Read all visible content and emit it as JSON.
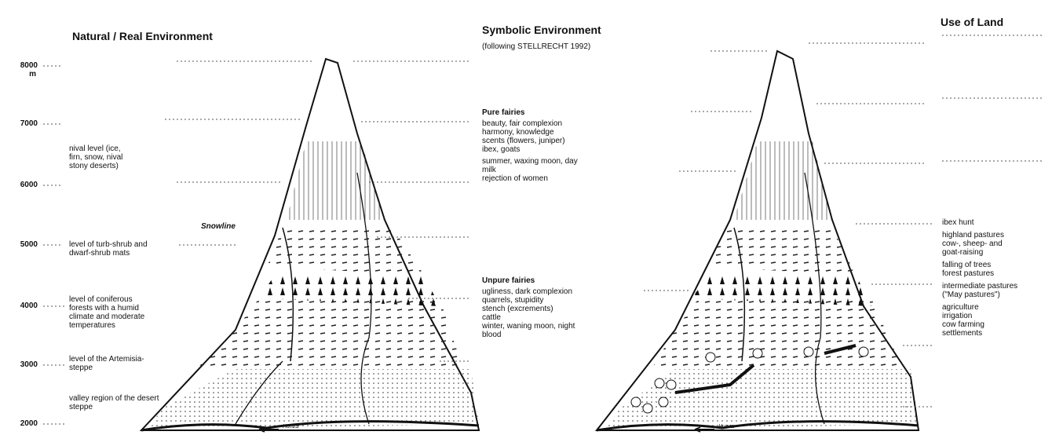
{
  "left": {
    "title": "Natural / Real Environment",
    "altitudes": [
      {
        "label": "8000",
        "unit": "m"
      },
      {
        "label": "7000"
      },
      {
        "label": "6000"
      },
      {
        "label": "5000"
      },
      {
        "label": "4000"
      },
      {
        "label": "3000"
      },
      {
        "label": "2000"
      }
    ],
    "zones": [
      "nival level (ice, firn, snow, nival stony deserts)",
      "level of turb-shrub and dwarf-shrub mats",
      "level of coniferous forests with a humid climate and moderate temperatures",
      "level of the Artemisia-steppe",
      "valley region of the desert steppe"
    ],
    "snowline": "Snowline",
    "river": "Hunza"
  },
  "middle": {
    "title": "Symbolic Environment",
    "subtitle": "(following STELLRECHT 1992)",
    "pure": {
      "heading": "Pure fairies",
      "lines": [
        "beauty, fair complexion",
        "harmony, knowledge",
        "scents (flowers, juniper)",
        "ibex, goats",
        "summer, waxing moon, day",
        "milk",
        "rejection of women"
      ]
    },
    "unpure": {
      "heading": "Unpure fairies",
      "lines": [
        "ugliness, dark complexion",
        "quarrels, stupidity",
        "stench (excrements)",
        "cattle",
        "winter, waning moon, night",
        "blood"
      ]
    }
  },
  "right": {
    "title": "Use of Land",
    "river": "Hunza",
    "uses": [
      {
        "lines": [
          "ibex hunt"
        ]
      },
      {
        "lines": [
          "highland pastures",
          "cow-, sheep- and",
          "goat-raising"
        ]
      },
      {
        "lines": [
          "falling of trees",
          "forest pastures"
        ]
      },
      {
        "lines": [
          "intermediate pastures",
          "(\"May pastures\")"
        ]
      },
      {
        "lines": [
          "agriculture",
          "irrigation",
          "cow farming",
          "settlements"
        ]
      }
    ]
  }
}
